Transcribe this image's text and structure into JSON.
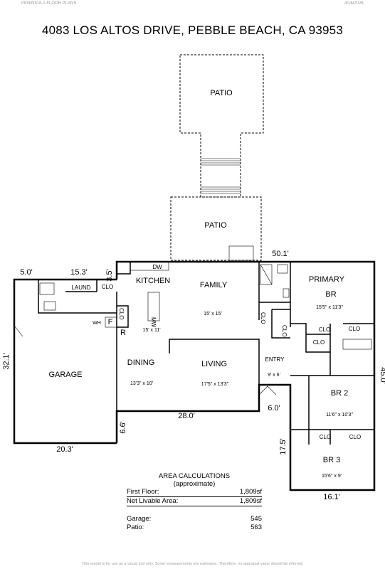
{
  "header": {
    "company": "PENINSULA FLOOR PLANS",
    "date": "4/16/2026",
    "address": "4083 LOS ALTOS DRIVE, PEBBLE BEACH, CA  93953"
  },
  "rooms": {
    "patio_upper": "PATIO",
    "patio_lower": "PATIO",
    "kitchen": "KITCHEN",
    "kitchen_dim": "15' x 11'",
    "dw": "DW",
    "mw": "MW",
    "family": "FAMILY",
    "family_dim": "15' x 15'",
    "laund": "LAUND",
    "wh": "WH",
    "f": "F",
    "r": "R",
    "clo": "CLO",
    "garage": "GARAGE",
    "dining": "DINING",
    "dining_dim": "13'3\" x 10'",
    "living": "LIVING",
    "living_dim": "17'5\" x 13'3\"",
    "entry": "ENTRY",
    "entry_dim": "9' x 6'",
    "primary": "PRIMARY",
    "primary_br": "BR",
    "primary_dim": "15'5\" x 11'3\"",
    "br2": "BR 2",
    "br2_dim": "11'6\" x 10'3\"",
    "br3": "BR 3",
    "br3_dim": "15'6\" x 9'"
  },
  "dimensions": {
    "d_50_1": "50.1'",
    "d_5_0": "5.0'",
    "d_15_3": "15.3'",
    "d_3_5": "3.5'",
    "d_32_1": "32.1'",
    "d_20_3": "20.3'",
    "d_28_0": "28.0'",
    "d_6_6": "6.6'",
    "d_6_0": "6.0'",
    "d_45_0": "45.0'",
    "d_17_5": "17.5'",
    "d_16_1": "16.1'"
  },
  "areas": {
    "title": "AREA CALCULATIONS",
    "subtitle": "(approximate)",
    "rows": [
      {
        "label": "First  Floor:",
        "value": "1,809sf"
      },
      {
        "label": "Net Livable Area:",
        "value": "1,809sf"
      },
      {
        "label": "Garage:",
        "value": "545"
      },
      {
        "label": "Patio:",
        "value": "563"
      }
    ]
  },
  "footer": "This model is for use as a visual tool only. Some measurements are estimates. Therefore, no appraisal value should be inferred."
}
